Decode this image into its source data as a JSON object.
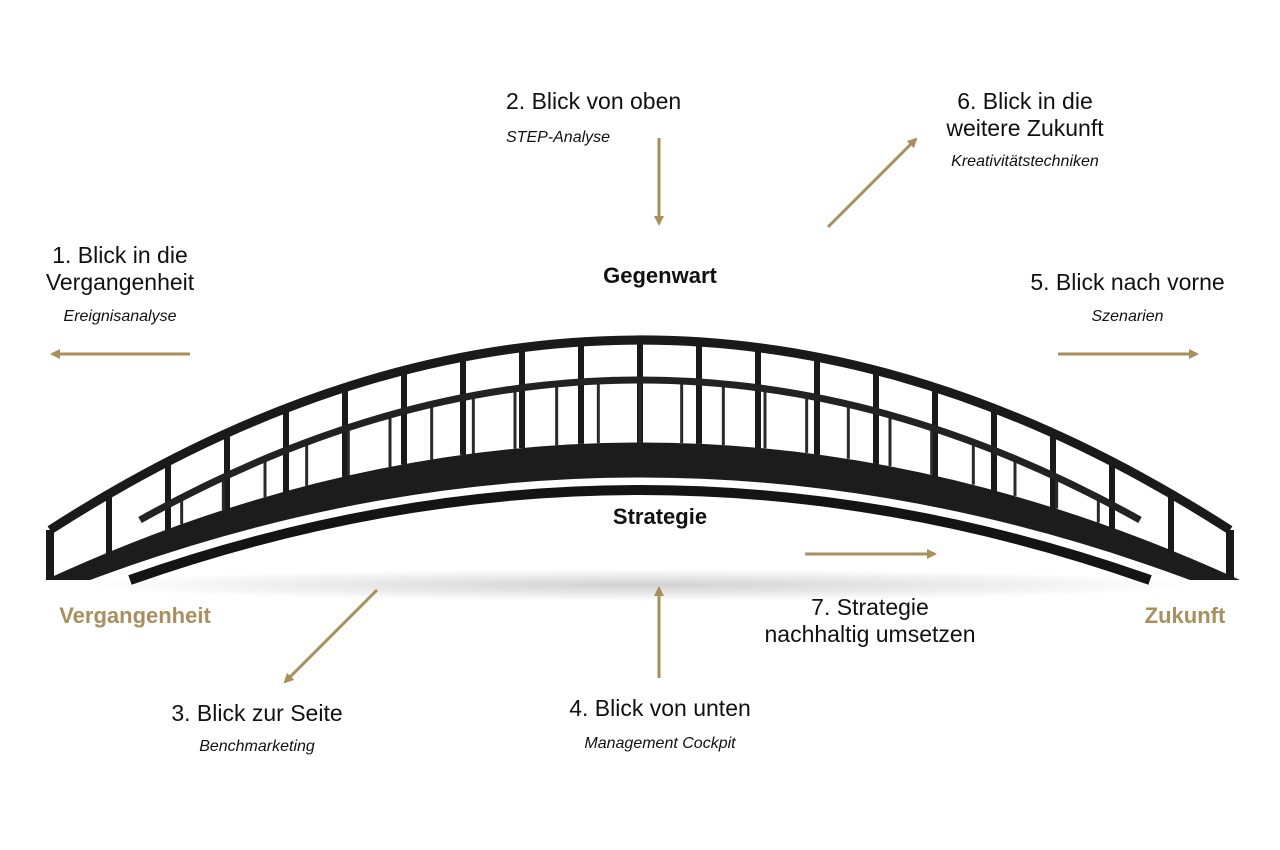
{
  "colors": {
    "accent": "#a88f5c",
    "bridge": "#1c1c1c",
    "text": "#111111"
  },
  "center_top": "Gegenwart",
  "center_bottom": "Strategie",
  "left_anchor": "Vergangenheit",
  "right_anchor": "Zukunft",
  "views": [
    {
      "title_lines": [
        "1. Blick in die",
        "Vergangenheit"
      ],
      "subtitle": "Ereignisanalyse"
    },
    {
      "title_lines": [
        "2. Blick von oben"
      ],
      "subtitle": "STEP-Analyse"
    },
    {
      "title_lines": [
        "3. Blick zur Seite"
      ],
      "subtitle": "Benchmarketing"
    },
    {
      "title_lines": [
        "4. Blick von unten"
      ],
      "subtitle": "Management Cockpit"
    },
    {
      "title_lines": [
        "5. Blick nach vorne"
      ],
      "subtitle": "Szenarien"
    },
    {
      "title_lines": [
        "6. Blick in die",
        "weitere Zukunft"
      ],
      "subtitle": "Kreativitätstechniken"
    },
    {
      "title_lines": [
        "7. Strategie",
        "nachhaltig umsetzen"
      ],
      "subtitle": ""
    }
  ]
}
